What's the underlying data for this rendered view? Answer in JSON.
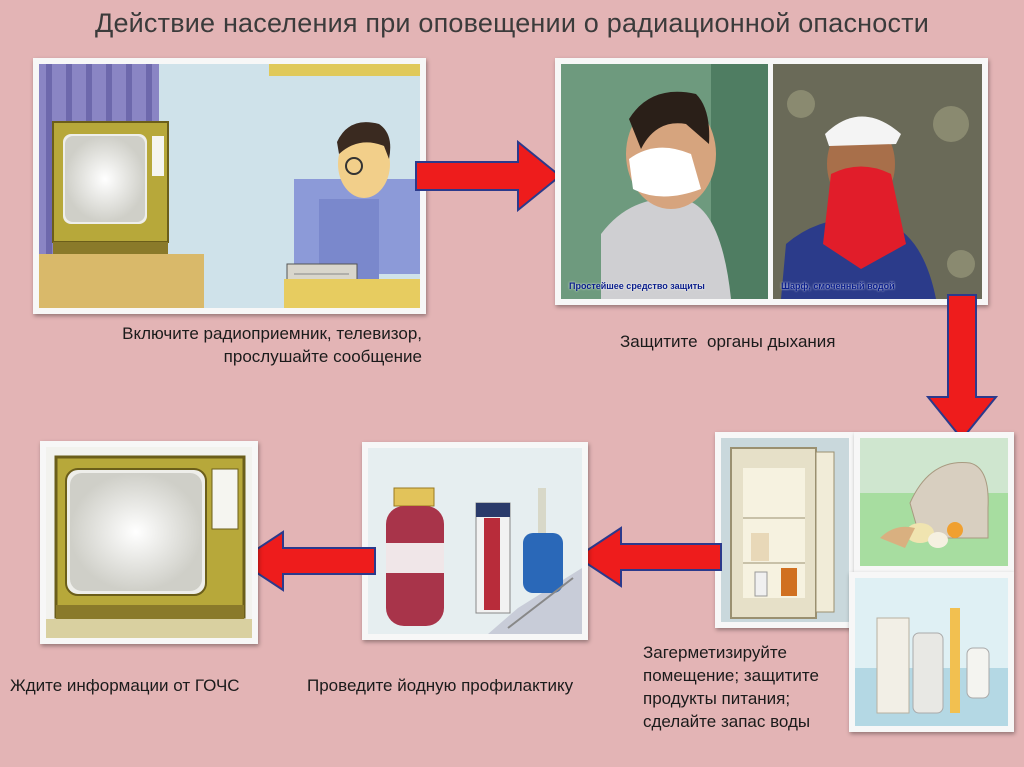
{
  "title": "Действие населения при оповещении о радиационной опасности",
  "steps": [
    {
      "caption_line1": "Включите радиоприемник, телевизор,",
      "caption_line2": "прослушайте сообщение"
    },
    {
      "caption": "Защитите  органы дыхания",
      "photo_left_label": "Простейшее средство защиты",
      "photo_right_label": "Шарф, смоченный водой"
    },
    {
      "caption_line1": "Загерметизируйте",
      "caption_line2": "помещение; защитите",
      "caption_line3": "продукты питания;",
      "caption_line4": "сделайте запас воды"
    },
    {
      "caption": "Проведите йодную профилактику"
    },
    {
      "caption": "Ждите информации от ГОЧС"
    }
  ],
  "colors": {
    "background": "#e3b4b5",
    "arrow_fill": "#ee1c1c",
    "arrow_stroke": "#2b3a8c"
  }
}
